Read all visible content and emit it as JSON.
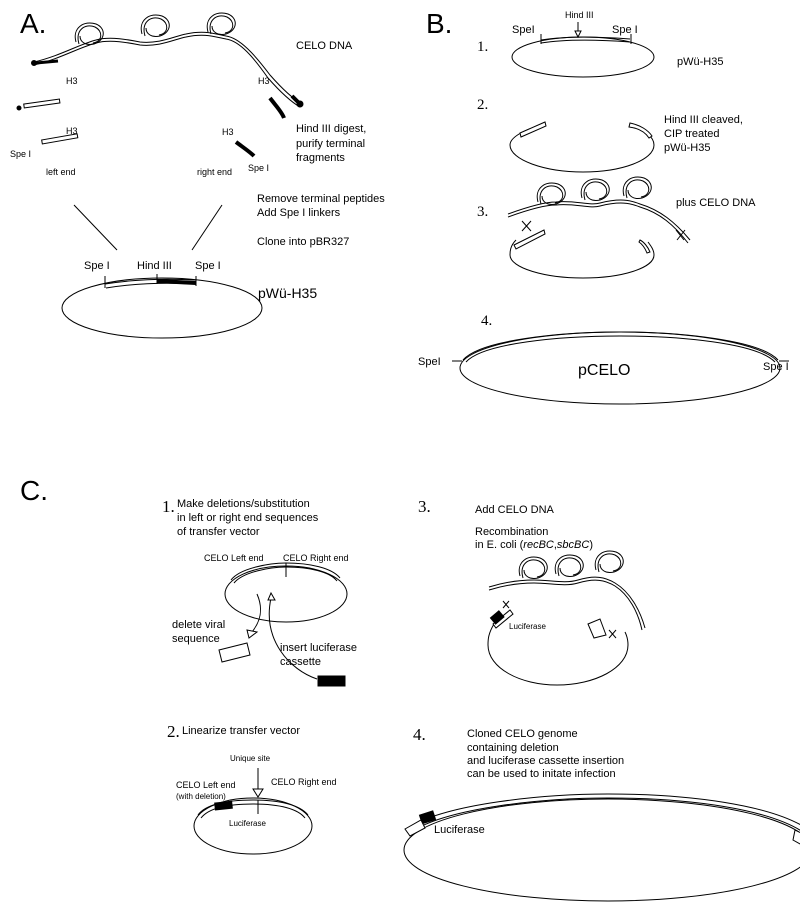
{
  "panels": {
    "A": {
      "letter": "A.",
      "celo_dna": "CELO DNA",
      "h3_left": "H3",
      "h3_right": "H3",
      "h3_left_frag": "H3",
      "h3_right_frag": "H3",
      "spe_left_frag": "Spe I",
      "spe_right_frag": "Spe I",
      "left_end": "left end",
      "right_end": "right  end",
      "digest_1": "Hind III digest,",
      "digest_2": "purify terminal",
      "digest_3": "fragments",
      "remove_1": "Remove terminal peptides",
      "remove_2": "Add Spe I linkers",
      "clone": "Clone into pBR327",
      "spe_left": "Spe I",
      "hind": "Hind III",
      "spe_right": "Spe I",
      "plasmid": "pWü-H35"
    },
    "B": {
      "letter": "B.",
      "step1": "1.",
      "step2": "2.",
      "step3": "3.",
      "step4": "4.",
      "spe_left": "SpeI",
      "hind": "Hind III",
      "spe_right": "Spe I",
      "plasmid1": "pWü-H35",
      "cleaved_1": "Hind III cleaved,",
      "cleaved_2": "CIP treated",
      "cleaved_3": "pWü-H35",
      "plus": "plus CELO DNA",
      "spe_left4": "SpeI",
      "spe_right4": "Spe I",
      "pcelo": "pCELO"
    },
    "C": {
      "letter": "C.",
      "step1": "1.",
      "step1_1": "Make deletions/substitution",
      "step1_2": "in left or right end sequences",
      "step1_3": "of transfer vector",
      "celo_left": "CELO  Left end",
      "celo_right": "CELO Right end",
      "delete_1": "delete viral",
      "delete_2": "sequence",
      "insert_1": "insert luciferase",
      "insert_2": "cassette",
      "step2": "2.",
      "linearize": "Linearize transfer vector",
      "unique": "Unique site",
      "celo_left2_1": "CELO  Left end",
      "celo_left2_2": "(with deletion)",
      "celo_right2": "CELO Right end",
      "luc2": "Luciferase",
      "step3": "3.",
      "add_celo": "Add CELO DNA",
      "recomb_1": "Recombination",
      "recomb_2_a": "in E. coli (",
      "recomb_2_b": "recBC",
      "recomb_2_c": ",",
      "recomb_2_d": "sbcBC",
      "recomb_2_e": ")",
      "luc3": "Luciferase",
      "step4": "4.",
      "cloned_1": "Cloned CELO genome",
      "cloned_2": "containing deletion",
      "cloned_3": "and luciferase cassette insertion",
      "cloned_4": "can be used to initate infection",
      "luc4": "Luciferase"
    }
  }
}
